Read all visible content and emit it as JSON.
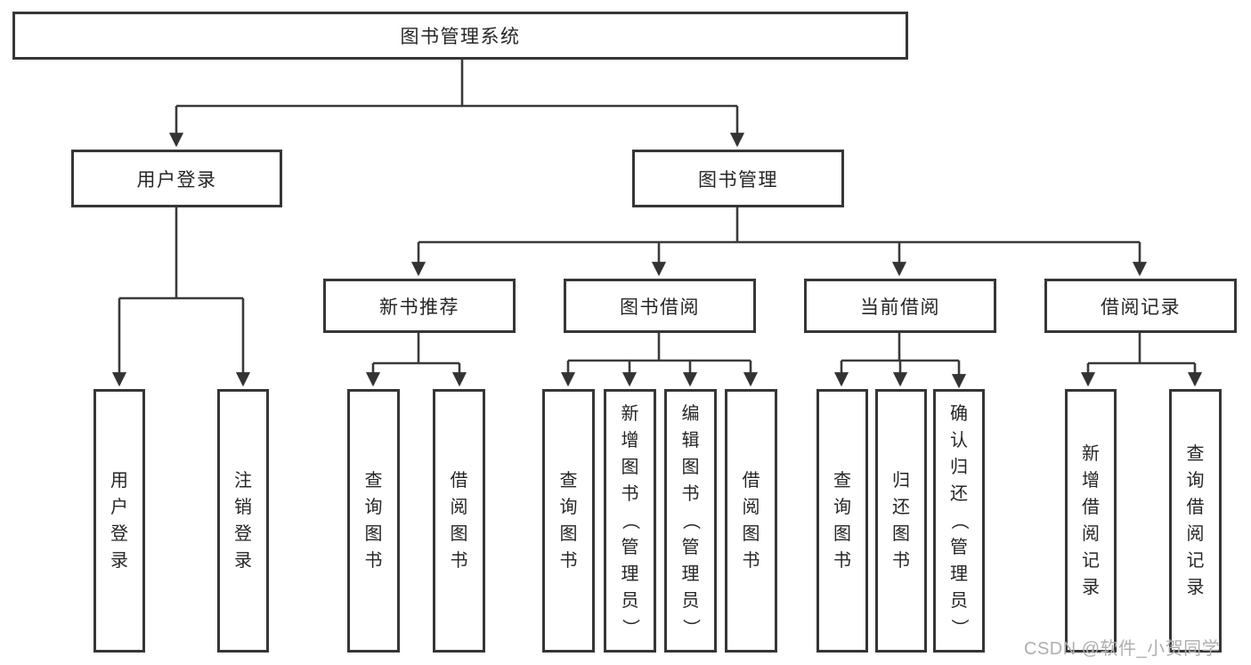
{
  "diagram_title": "图书管理系统",
  "root": {
    "label": "图书管理系统"
  },
  "level2": {
    "user_login": "用户登录",
    "book_mgmt": "图书管理"
  },
  "level3": {
    "new_book": "新书推荐",
    "book_borrow": "图书借阅",
    "current_borrow": "当前借阅",
    "borrow_record": "借阅记录"
  },
  "leaves": {
    "user_login": "用户登录",
    "logout": "注销登录",
    "nb_query": "查询图书",
    "nb_borrow": "借阅图书",
    "bb_query": "查询图书",
    "bb_add": "新增图书（管理员）",
    "bb_edit": "编辑图书（管理员）",
    "bb_borrow": "借阅图书",
    "cb_query": "查询图书",
    "cb_return": "归还图书",
    "cb_confirm": "确认归还（管理员）",
    "br_add": "新增借阅记录",
    "br_query": "查询借阅记录"
  },
  "watermark": "CSDN @软件_小贺同学",
  "colors": {
    "line": "#363636",
    "border": "#363636",
    "text": "#262626",
    "watermark": "#b0aeae",
    "background": "#ffffff"
  }
}
